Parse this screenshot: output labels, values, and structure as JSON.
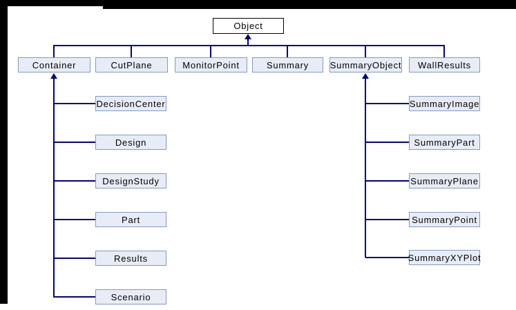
{
  "window": {
    "frame_color": "#000000",
    "canvas_color": "#ffffff"
  },
  "diagram": {
    "type": "class-inheritance-diagram",
    "labels": {
      "object": "Object",
      "container": "Container",
      "cutplane": "CutPlane",
      "monitorpoint": "MonitorPoint",
      "summary": "Summary",
      "summaryobject": "SummaryObject",
      "wallresults": "WallResults",
      "decisioncenter": "DecisionCenter",
      "design": "Design",
      "designstudy": "DesignStudy",
      "part": "Part",
      "results": "Results",
      "scenario": "Scenario",
      "summaryimage": "SummaryImage",
      "summarypart": "SummaryPart",
      "summaryplane": "SummaryPlane",
      "summarypoint": "SummaryPoint",
      "summaryxyplot": "SummaryXYPlot"
    },
    "edges": [
      {
        "parent": "Object",
        "children": [
          "Container",
          "CutPlane",
          "MonitorPoint",
          "Summary",
          "SummaryObject",
          "WallResults"
        ]
      },
      {
        "parent": "Container",
        "children": [
          "DecisionCenter",
          "Design",
          "DesignStudy",
          "Part",
          "Results",
          "Scenario"
        ]
      },
      {
        "parent": "SummaryObject",
        "children": [
          "SummaryImage",
          "SummaryPart",
          "SummaryPlane",
          "SummaryPoint",
          "SummaryXYPlot"
        ]
      }
    ],
    "colors": {
      "connector": "#000080",
      "node_fill": "#e8ecf6",
      "node_border": "#8398c8",
      "root_fill": "#ffffff",
      "root_border": "#000000",
      "text": "#000000"
    }
  }
}
